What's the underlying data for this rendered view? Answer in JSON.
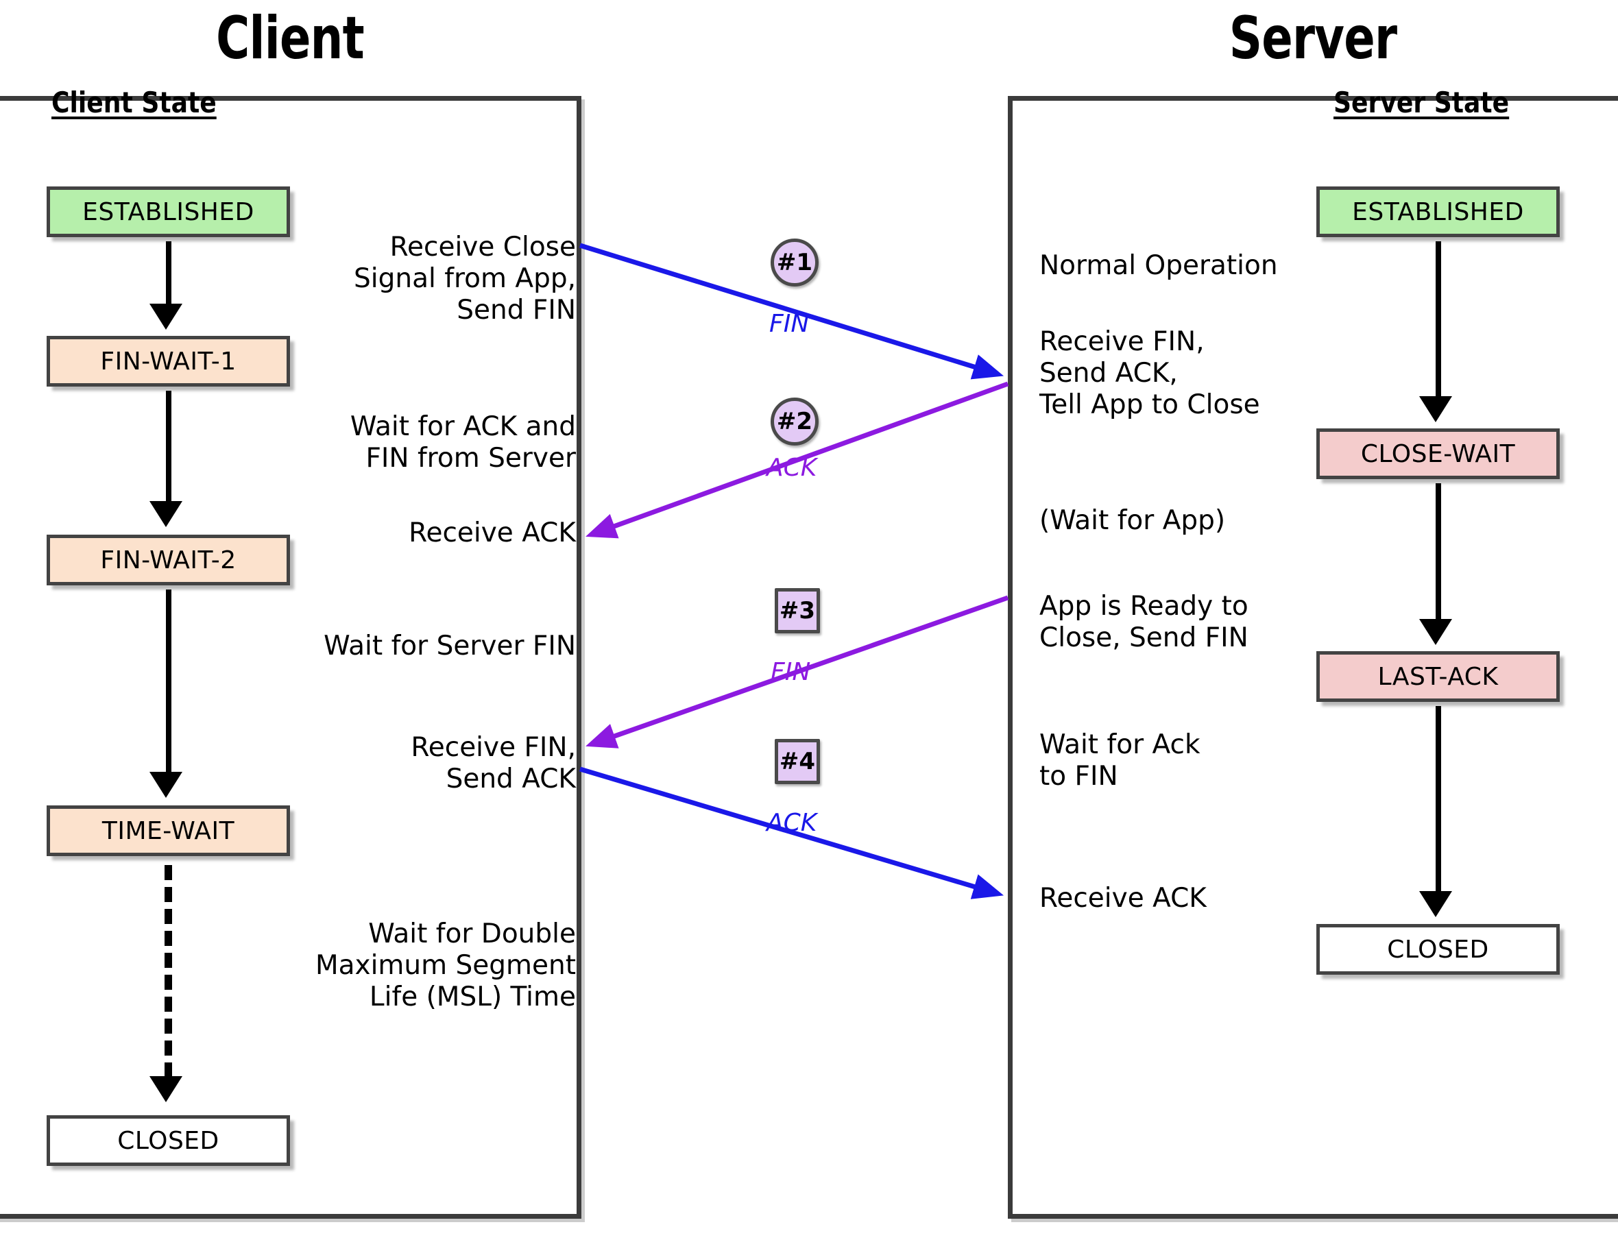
{
  "headers": {
    "client_title": "Client",
    "server_title": "Server",
    "client_state_heading": "Client State",
    "server_state_heading": "Server State"
  },
  "colors": {
    "established": "#b6efab",
    "client_wait": "#fce2cd",
    "server_wait": "#f4cccc",
    "closed": "#ffffff",
    "marker_fill": "#e3caf5",
    "marker_border": "#4a4a4a",
    "fin_blue": "#1a18e8",
    "ack_purple": "#8c1ae0",
    "panel_border": "#3b3b3b"
  },
  "client": {
    "states": [
      {
        "label": "ESTABLISHED",
        "fill": "green"
      },
      {
        "label": "FIN-WAIT-1",
        "fill": "peach"
      },
      {
        "label": "FIN-WAIT-2",
        "fill": "peach"
      },
      {
        "label": "TIME-WAIT",
        "fill": "peach"
      },
      {
        "label": "CLOSED",
        "fill": "white"
      }
    ],
    "notes": [
      "Receive Close\nSignal from App,\nSend FIN",
      "Wait for ACK and\nFIN from Server",
      "Receive ACK",
      "Wait for Server FIN",
      "Receive FIN,\nSend ACK",
      "Wait for Double\nMaximum Segment\nLife (MSL) Time"
    ]
  },
  "server": {
    "states": [
      {
        "label": "ESTABLISHED",
        "fill": "green"
      },
      {
        "label": "CLOSE-WAIT",
        "fill": "pink"
      },
      {
        "label": "LAST-ACK",
        "fill": "pink"
      },
      {
        "label": "CLOSED",
        "fill": "white"
      }
    ],
    "notes": [
      "Normal Operation",
      "Receive FIN,\nSend ACK,\nTell App to Close",
      "(Wait for App)",
      "App is Ready to\nClose, Send FIN",
      "Wait for Ack\nto FIN",
      "Receive ACK"
    ]
  },
  "messages": [
    {
      "marker": "#1",
      "shape": "circle",
      "label": "FIN",
      "color": "blue",
      "direction": "client-to-server"
    },
    {
      "marker": "#2",
      "shape": "circle",
      "label": "ACK",
      "color": "purple",
      "direction": "server-to-client"
    },
    {
      "marker": "#3",
      "shape": "square",
      "label": "FIN",
      "color": "purple",
      "direction": "server-to-client"
    },
    {
      "marker": "#4",
      "shape": "square",
      "label": "ACK",
      "color": "blue",
      "direction": "client-to-server"
    }
  ]
}
